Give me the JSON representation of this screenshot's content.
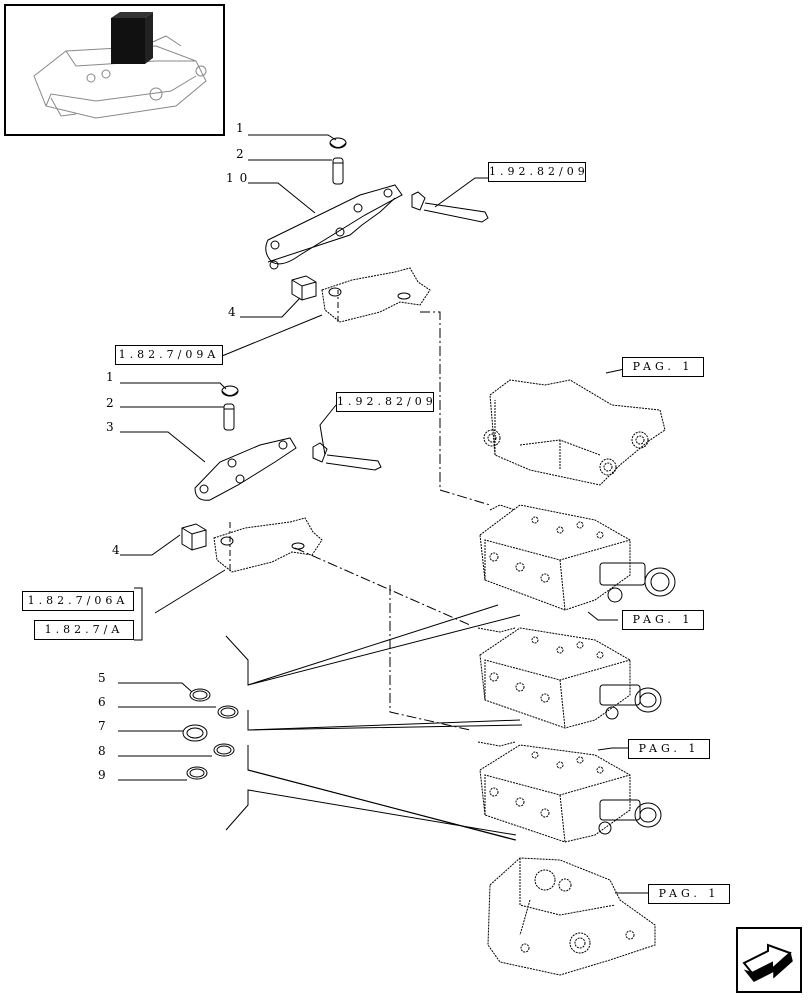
{
  "callouts": {
    "c1a": "1",
    "c2a": "2",
    "c10": "10",
    "c4a": "4",
    "c1b": "1",
    "c2b": "2",
    "c3": "3",
    "c4b": "4",
    "c5": "5",
    "c6": "6",
    "c7": "7",
    "c8": "8",
    "c9": "9"
  },
  "refs": {
    "r_19282_a": "1.92.82/09",
    "r_1827_09A": "1.82.7/09A",
    "r_19282_b": "1.92.82/09",
    "r_1827_06A": "1.82.7/06A",
    "r_1827_A": "1.82.7/A",
    "pag1": "PAG. 1",
    "pag2": "PAG. 1",
    "pag3": "PAG. 1",
    "pag4": "PAG. 1"
  },
  "icons": {
    "thumbnail": "tractor-hitch-thumbnail",
    "next": "next-page-arrow-icon"
  }
}
